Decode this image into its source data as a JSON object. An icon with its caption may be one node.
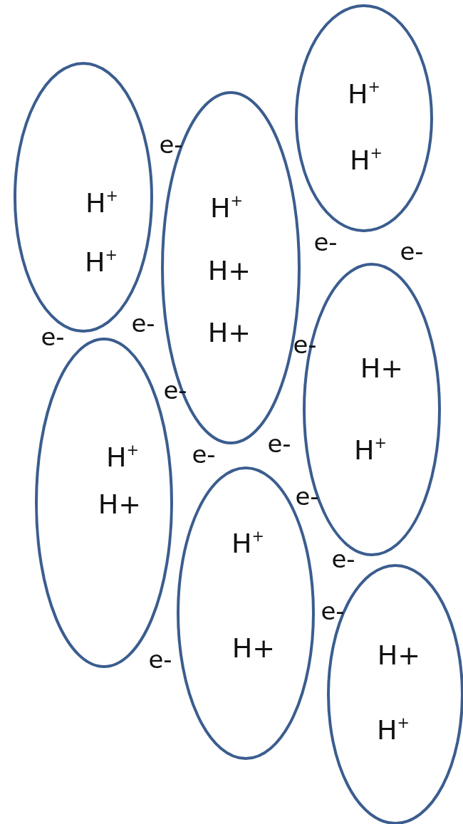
{
  "diagram": {
    "nodes": [
      {
        "text": [
          "H$^{+}$",
          "H$^{+}$"
        ]
      },
      {
        "text": [
          "H$^{+}$",
          "H+",
          "H+"
        ]
      },
      {
        "text": [
          "H$^{+}$",
          "H$^{+}$"
        ]
      },
      {
        "text": [
          "H+",
          "H$^{+}$"
        ]
      },
      {
        "text": [
          "H$^{+}$",
          "H+"
        ]
      },
      {
        "text": [
          "H$^{+}$",
          "H+"
        ]
      },
      {
        "text": [
          "H+",
          "H$^{+}$"
        ]
      }
    ],
    "labels": [
      "e-",
      "e-",
      "e-",
      "e-",
      "e-",
      "e-",
      "e-",
      "e-",
      "e-",
      "e-",
      "e-",
      "e-",
      "e-"
    ]
  }
}
